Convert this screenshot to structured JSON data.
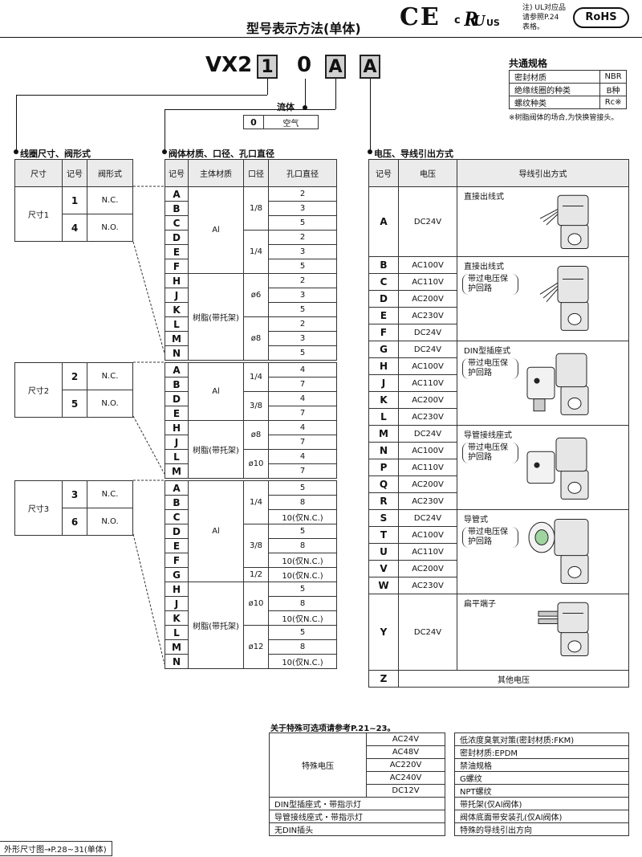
{
  "header": {
    "title": "型号表示方法(单体)",
    "ce": "CE",
    "ul_mark": "c",
    "ul_sub": "US",
    "note_lines": [
      "注) UL对应品",
      "请参照P.24",
      "表格。"
    ],
    "rohs": "RoHS"
  },
  "model": {
    "prefix": "VX2",
    "boxes": [
      "1",
      "0",
      "A",
      "A"
    ]
  },
  "common_spec": {
    "title": "共通规格",
    "rows": [
      [
        "密封材质",
        "NBR"
      ],
      [
        "绝缘线圈的种类",
        "B种"
      ],
      [
        "螺纹种类",
        "Rc※"
      ]
    ],
    "note": "※树脂阀体的场合,为快换管接头。"
  },
  "fluid": {
    "title": "流体",
    "code": "0",
    "label": "空气"
  },
  "coil": {
    "title": "线圈尺寸、阀形式",
    "headers": [
      "尺寸",
      "记号",
      "阀形式"
    ],
    "groups": [
      {
        "size": "尺寸1",
        "rows": [
          [
            "1",
            "N.C."
          ],
          [
            "4",
            "N.O."
          ]
        ]
      },
      {
        "size": "尺寸2",
        "rows": [
          [
            "2",
            "N.C."
          ],
          [
            "5",
            "N.O."
          ]
        ]
      },
      {
        "size": "尺寸3",
        "rows": [
          [
            "3",
            "N.C."
          ],
          [
            "6",
            "N.O."
          ]
        ]
      }
    ]
  },
  "body": {
    "title": "阀体材质、口径、孔口直径",
    "headers": [
      "记号",
      "主体材质",
      "口径",
      "孔口直径"
    ],
    "groups": [
      {
        "rows": [
          {
            "c": "A",
            "m": "Al",
            "p": "1/8",
            "o": "2"
          },
          {
            "c": "B",
            "m": "",
            "p": "",
            "o": "3"
          },
          {
            "c": "C",
            "m": "",
            "p": "",
            "o": "5"
          },
          {
            "c": "D",
            "m": "",
            "p": "1/4",
            "o": "2"
          },
          {
            "c": "E",
            "m": "",
            "p": "",
            "o": "3"
          },
          {
            "c": "F",
            "m": "",
            "p": "",
            "o": "5"
          },
          {
            "c": "H",
            "m": "树脂(带托架)",
            "p": "ø6",
            "o": "2"
          },
          {
            "c": "J",
            "m": "",
            "p": "",
            "o": "3"
          },
          {
            "c": "K",
            "m": "",
            "p": "",
            "o": "5"
          },
          {
            "c": "L",
            "m": "",
            "p": "ø8",
            "o": "2"
          },
          {
            "c": "M",
            "m": "",
            "p": "",
            "o": "3"
          },
          {
            "c": "N",
            "m": "",
            "p": "",
            "o": "5"
          }
        ]
      },
      {
        "rows": [
          {
            "c": "A",
            "m": "Al",
            "p": "1/4",
            "o": "4"
          },
          {
            "c": "B",
            "m": "",
            "p": "",
            "o": "7"
          },
          {
            "c": "D",
            "m": "",
            "p": "3/8",
            "o": "4"
          },
          {
            "c": "E",
            "m": "",
            "p": "",
            "o": "7"
          },
          {
            "c": "H",
            "m": "树脂(带托架)",
            "p": "ø8",
            "o": "4"
          },
          {
            "c": "J",
            "m": "",
            "p": "",
            "o": "7"
          },
          {
            "c": "L",
            "m": "",
            "p": "ø10",
            "o": "4"
          },
          {
            "c": "M",
            "m": "",
            "p": "",
            "o": "7"
          }
        ]
      },
      {
        "rows": [
          {
            "c": "A",
            "m": "Al",
            "p": "1/4",
            "o": "5"
          },
          {
            "c": "B",
            "m": "",
            "p": "",
            "o": "8"
          },
          {
            "c": "C",
            "m": "",
            "p": "",
            "o": "10(仅N.C.)"
          },
          {
            "c": "D",
            "m": "",
            "p": "3/8",
            "o": "5"
          },
          {
            "c": "E",
            "m": "",
            "p": "",
            "o": "8"
          },
          {
            "c": "F",
            "m": "",
            "p": "",
            "o": "10(仅N.C.)"
          },
          {
            "c": "G",
            "m": "",
            "p": "1/2",
            "o": "10(仅N.C.)"
          },
          {
            "c": "H",
            "m": "树脂(带托架)",
            "p": "ø10",
            "o": "5"
          },
          {
            "c": "J",
            "m": "",
            "p": "",
            "o": "8"
          },
          {
            "c": "K",
            "m": "",
            "p": "",
            "o": "10(仅N.C.)"
          },
          {
            "c": "L",
            "m": "",
            "p": "ø12",
            "o": "5"
          },
          {
            "c": "M",
            "m": "",
            "p": "",
            "o": "8"
          },
          {
            "c": "N",
            "m": "",
            "p": "",
            "o": "10(仅N.C.)"
          }
        ]
      }
    ]
  },
  "voltage": {
    "title": "电压、导线引出方式",
    "headers": [
      "记号",
      "电压",
      "导线引出方式"
    ],
    "groups": [
      {
        "rows": [
          [
            "A",
            "DC24V"
          ]
        ],
        "type": "直接出线式",
        "note": ""
      },
      {
        "rows": [
          [
            "B",
            "AC100V"
          ],
          [
            "C",
            "AC110V"
          ],
          [
            "D",
            "AC200V"
          ],
          [
            "E",
            "AC230V"
          ],
          [
            "F",
            "DC24V"
          ]
        ],
        "type": "直接出线式",
        "note": "带过电压保护回路"
      },
      {
        "rows": [
          [
            "G",
            "DC24V"
          ],
          [
            "H",
            "AC100V"
          ],
          [
            "J",
            "AC110V"
          ],
          [
            "K",
            "AC200V"
          ],
          [
            "L",
            "AC230V"
          ]
        ],
        "type": "DIN型插座式",
        "note": "带过电压保护回路"
      },
      {
        "rows": [
          [
            "M",
            "DC24V"
          ],
          [
            "N",
            "AC100V"
          ],
          [
            "P",
            "AC110V"
          ],
          [
            "Q",
            "AC200V"
          ],
          [
            "R",
            "AC230V"
          ]
        ],
        "type": "导管接线座式",
        "note": "带过电压保护回路"
      },
      {
        "rows": [
          [
            "S",
            "DC24V"
          ],
          [
            "T",
            "AC100V"
          ],
          [
            "U",
            "AC110V"
          ],
          [
            "V",
            "AC200V"
          ],
          [
            "W",
            "AC230V"
          ]
        ],
        "type": "导管式",
        "note": "带过电压保护回路"
      },
      {
        "rows": [
          [
            "Y",
            "DC24V"
          ]
        ],
        "type": "扁平端子",
        "note": ""
      }
    ],
    "other": {
      "code": "Z",
      "label": "其他电压"
    }
  },
  "options": {
    "title": "关于特殊可选项请参考P.21~23。",
    "special_label": "特殊电压",
    "special_voltages": [
      "AC24V",
      "AC48V",
      "AC220V",
      "AC240V",
      "DC12V"
    ],
    "left_extra": [
      "DIN型插座式・带指示灯",
      "导管接线座式・带指示灯",
      "无DIN插头"
    ],
    "right": [
      "低浓度臭氧对策(密封材质:FKM)",
      "密封材质:EPDM",
      "禁油规格",
      "G螺纹",
      "NPT螺纹",
      "带托架(仅Al阀体)",
      "阀体底面带安装孔(仅Al阀体)",
      "特殊的导线引出方向"
    ]
  },
  "footer": "外形尺寸图→P.28~31(单体)"
}
